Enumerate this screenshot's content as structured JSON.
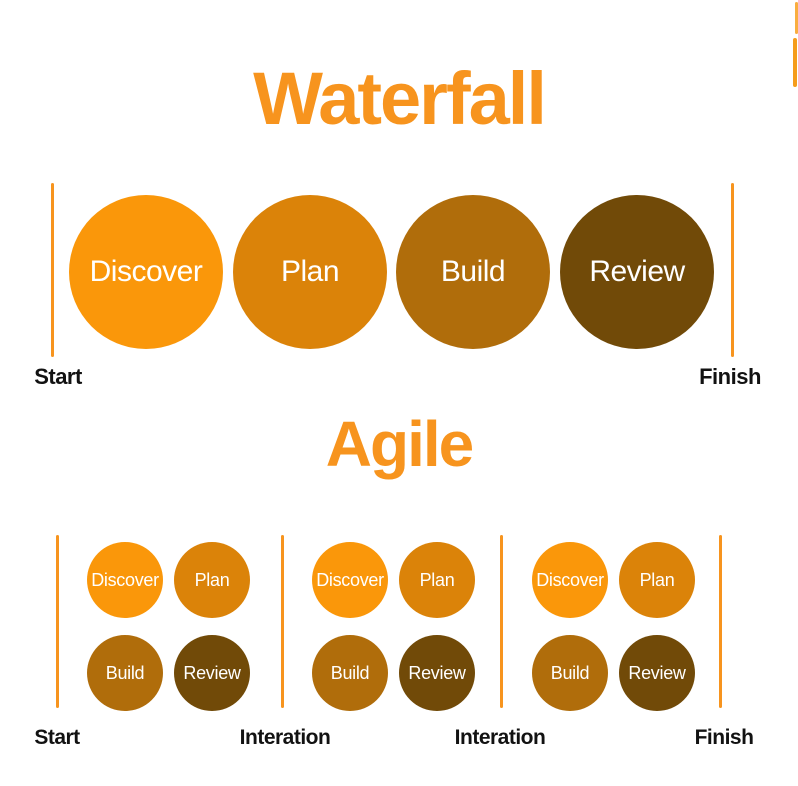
{
  "colors": {
    "accent_orange": "#F7941E",
    "discover": "#FA970A",
    "plan": "#DB8309",
    "build": "#B06D0B",
    "review": "#714A08",
    "label_text": "#121212",
    "circle_text": "#FFFFFF",
    "background": "#FFFFFF"
  },
  "waterfall": {
    "title": "Waterfall",
    "start_label": "Start",
    "finish_label": "Finish",
    "stages": [
      {
        "label": "Discover",
        "color": "#FA970A"
      },
      {
        "label": "Plan",
        "color": "#DB8309"
      },
      {
        "label": "Build",
        "color": "#B06D0B"
      },
      {
        "label": "Review",
        "color": "#714A08"
      }
    ]
  },
  "agile": {
    "title": "Agile",
    "iterations": [
      {
        "stages": [
          {
            "label": "Discover",
            "color": "#FA970A"
          },
          {
            "label": "Plan",
            "color": "#DB8309"
          },
          {
            "label": "Build",
            "color": "#B06D0B"
          },
          {
            "label": "Review",
            "color": "#714A08"
          }
        ]
      },
      {
        "stages": [
          {
            "label": "Discover",
            "color": "#FA970A"
          },
          {
            "label": "Plan",
            "color": "#DB8309"
          },
          {
            "label": "Build",
            "color": "#B06D0B"
          },
          {
            "label": "Review",
            "color": "#714A08"
          }
        ]
      },
      {
        "stages": [
          {
            "label": "Discover",
            "color": "#FA970A"
          },
          {
            "label": "Plan",
            "color": "#DB8309"
          },
          {
            "label": "Build",
            "color": "#B06D0B"
          },
          {
            "label": "Review",
            "color": "#714A08"
          }
        ]
      }
    ],
    "axis_labels": [
      {
        "text": "Start"
      },
      {
        "text": "Interation"
      },
      {
        "text": "Interation"
      },
      {
        "text": "Finish"
      }
    ]
  }
}
